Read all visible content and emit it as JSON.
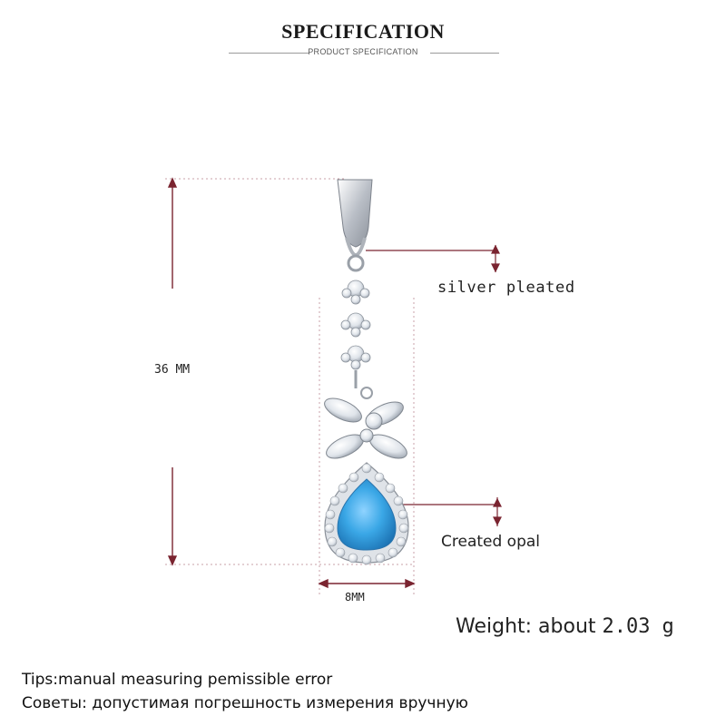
{
  "header": {
    "title": "SPECIFICATION",
    "subtitle": "PRODUCT SPECIFICATION"
  },
  "dimensions": {
    "length_label": "36 MM",
    "width_label": "8MM"
  },
  "callouts": {
    "bail": "silver pleated",
    "stone": "Created opal"
  },
  "weight": {
    "label": "Weight: about",
    "value": "2.03",
    "unit": "g"
  },
  "tips": {
    "english": "Tips:manual measuring pemissible error",
    "russian": "Советы: допустимая погрешность измерения вручную"
  },
  "colors": {
    "dimension_line": "#7a2430",
    "guide_dots": "#c9a0a8",
    "opal": "#3aa7e6",
    "silver": "#c8ccd2"
  }
}
